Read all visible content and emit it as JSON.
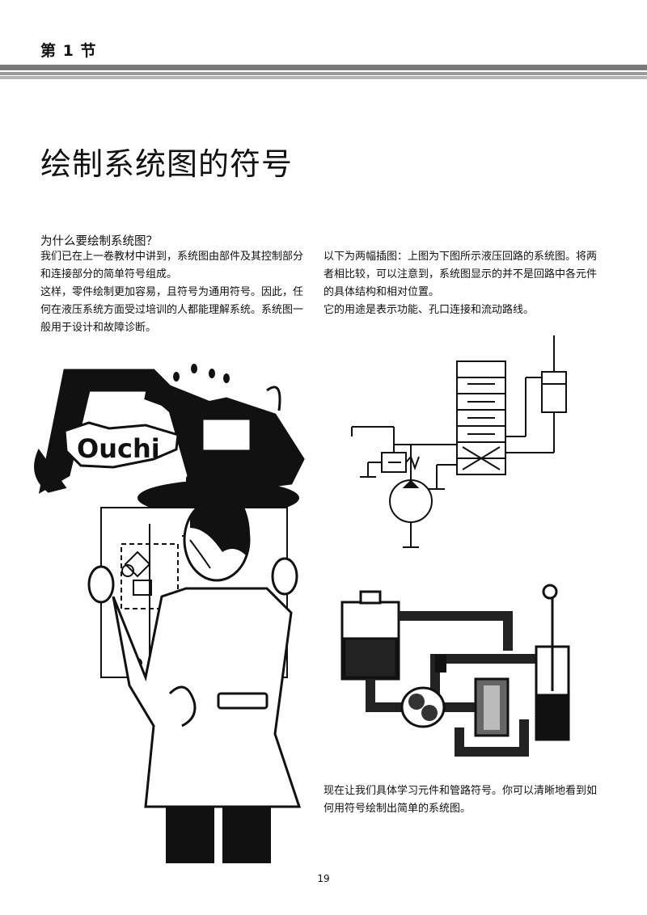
{
  "header": {
    "section": "第 1 节"
  },
  "title": "绘制系统图的符号",
  "intro": {
    "question": "为什么要绘制系统图？",
    "left_paragraphs": [
      "我们已在上一卷教材中讲到，系统图由部件及其控制部分和连接部分的简单符号组成。",
      "这样，零件绘制更加容易，且符号为通用符号。因此，任何在液压系统方面受过培训的人都能理解系统。系统图一般用于设计和故障诊断。"
    ],
    "right_paragraphs": [
      "以下为两幅插图：上图为下图所示液压回路的系统图。将两者相比较，可以注意到，系统图显示的并不是回路中各元件的具体结构和相对位置。",
      "它的用途是表示功能、孔口连接和流动路线。"
    ]
  },
  "illustration": {
    "cartoon_exclamation": "Ouchi"
  },
  "closing": "现在让我们具体学习元件和管路符号。你可以清晰地看到如何用符号绘制出简单的系统图。",
  "page_number": "19"
}
